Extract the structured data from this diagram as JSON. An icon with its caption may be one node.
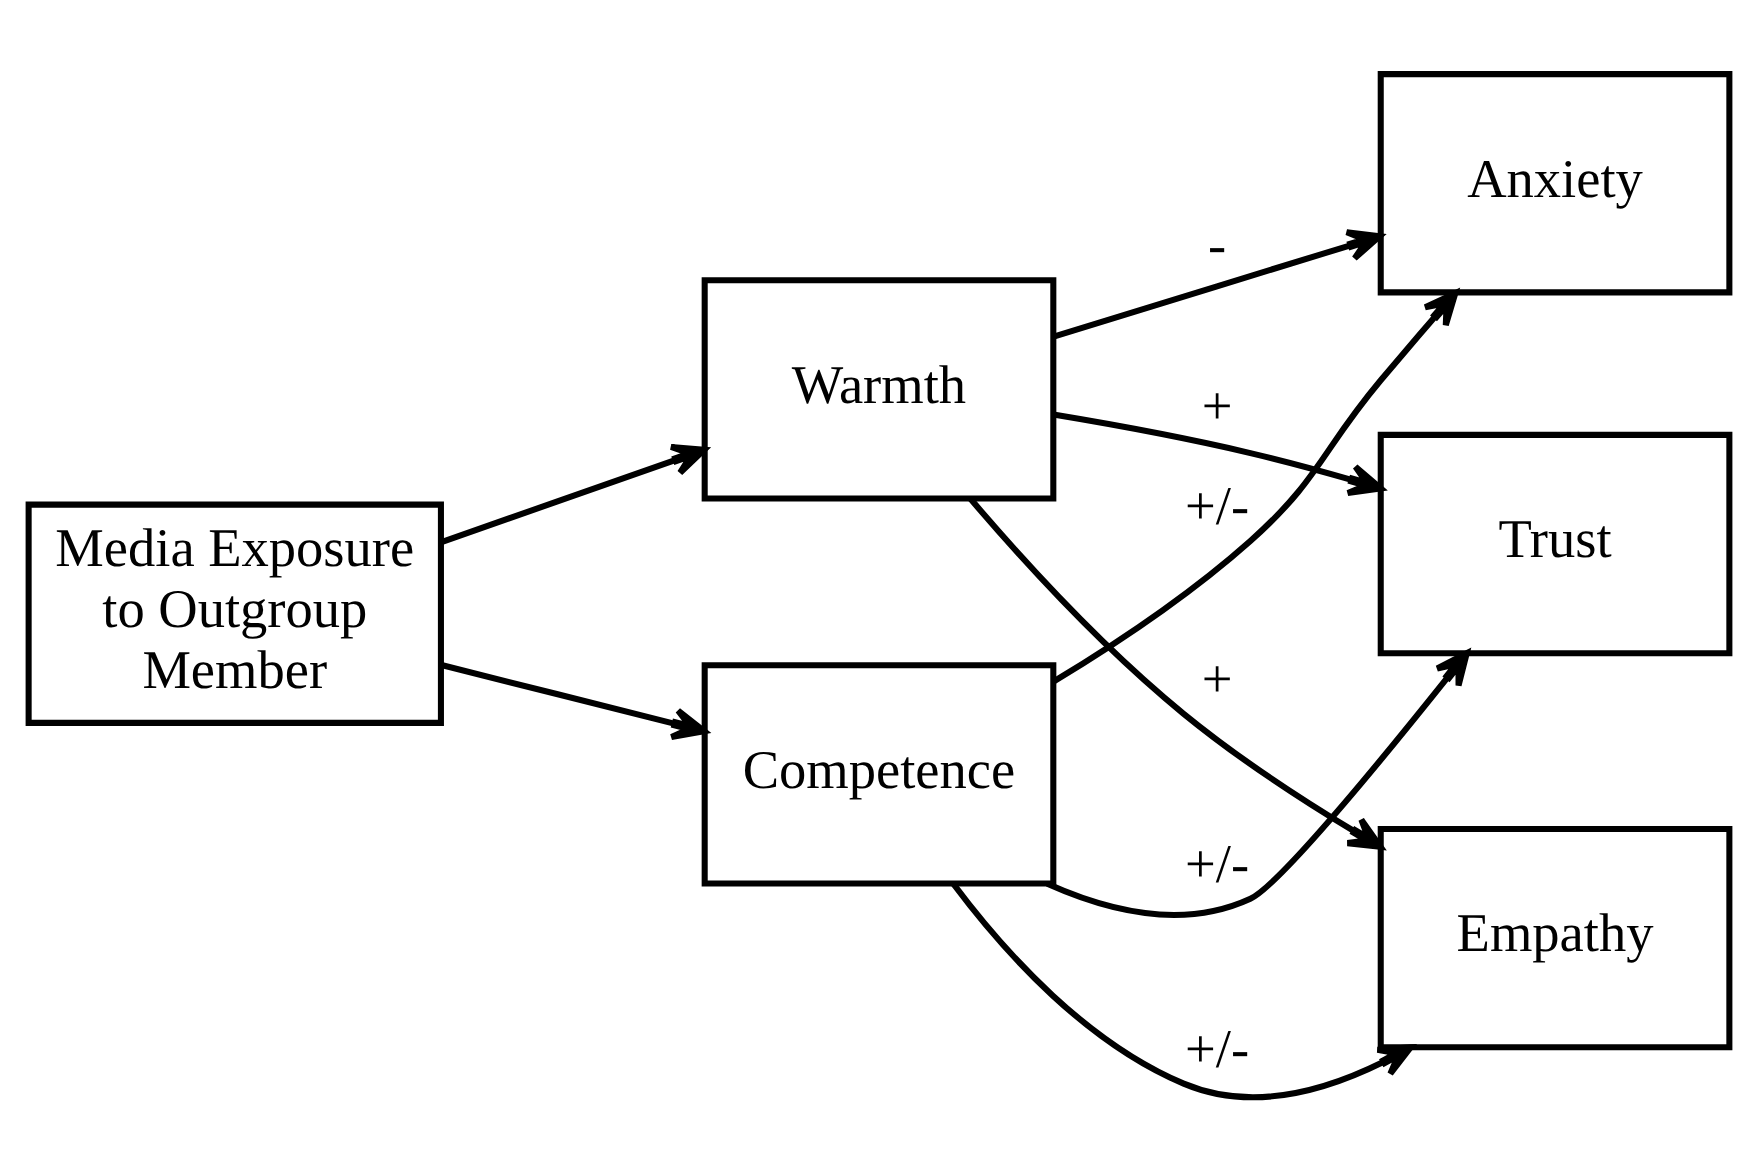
{
  "diagram": {
    "nodes": [
      {
        "text": [
          "Media Exposure to Outgroup Member"
        ]
      },
      {
        "text": [
          "Warmth"
        ]
      },
      {
        "text": [
          "Competence"
        ]
      },
      {
        "text": [
          "Anxiety"
        ]
      },
      {
        "text": [
          "Trust"
        ]
      },
      {
        "text": [
          "Empathy"
        ]
      }
    ],
    "edges": [
      {
        "from": 0,
        "to": 1,
        "arrow": "to"
      },
      {
        "from": 0,
        "to": 2,
        "arrow": "to"
      },
      {
        "from": 1,
        "to": 3,
        "arrow": "to",
        "label": "-"
      },
      {
        "from": 1,
        "to": 4,
        "arrow": "to",
        "label": "+"
      },
      {
        "from": 1,
        "to": 5,
        "arrow": "to",
        "label": "+"
      },
      {
        "from": 2,
        "to": 3,
        "arrow": "to",
        "label": "+/-"
      },
      {
        "from": 2,
        "to": 4,
        "arrow": "to",
        "label": "+/-"
      },
      {
        "from": 2,
        "to": 5,
        "arrow": "to",
        "label": "+/-"
      }
    ]
  }
}
